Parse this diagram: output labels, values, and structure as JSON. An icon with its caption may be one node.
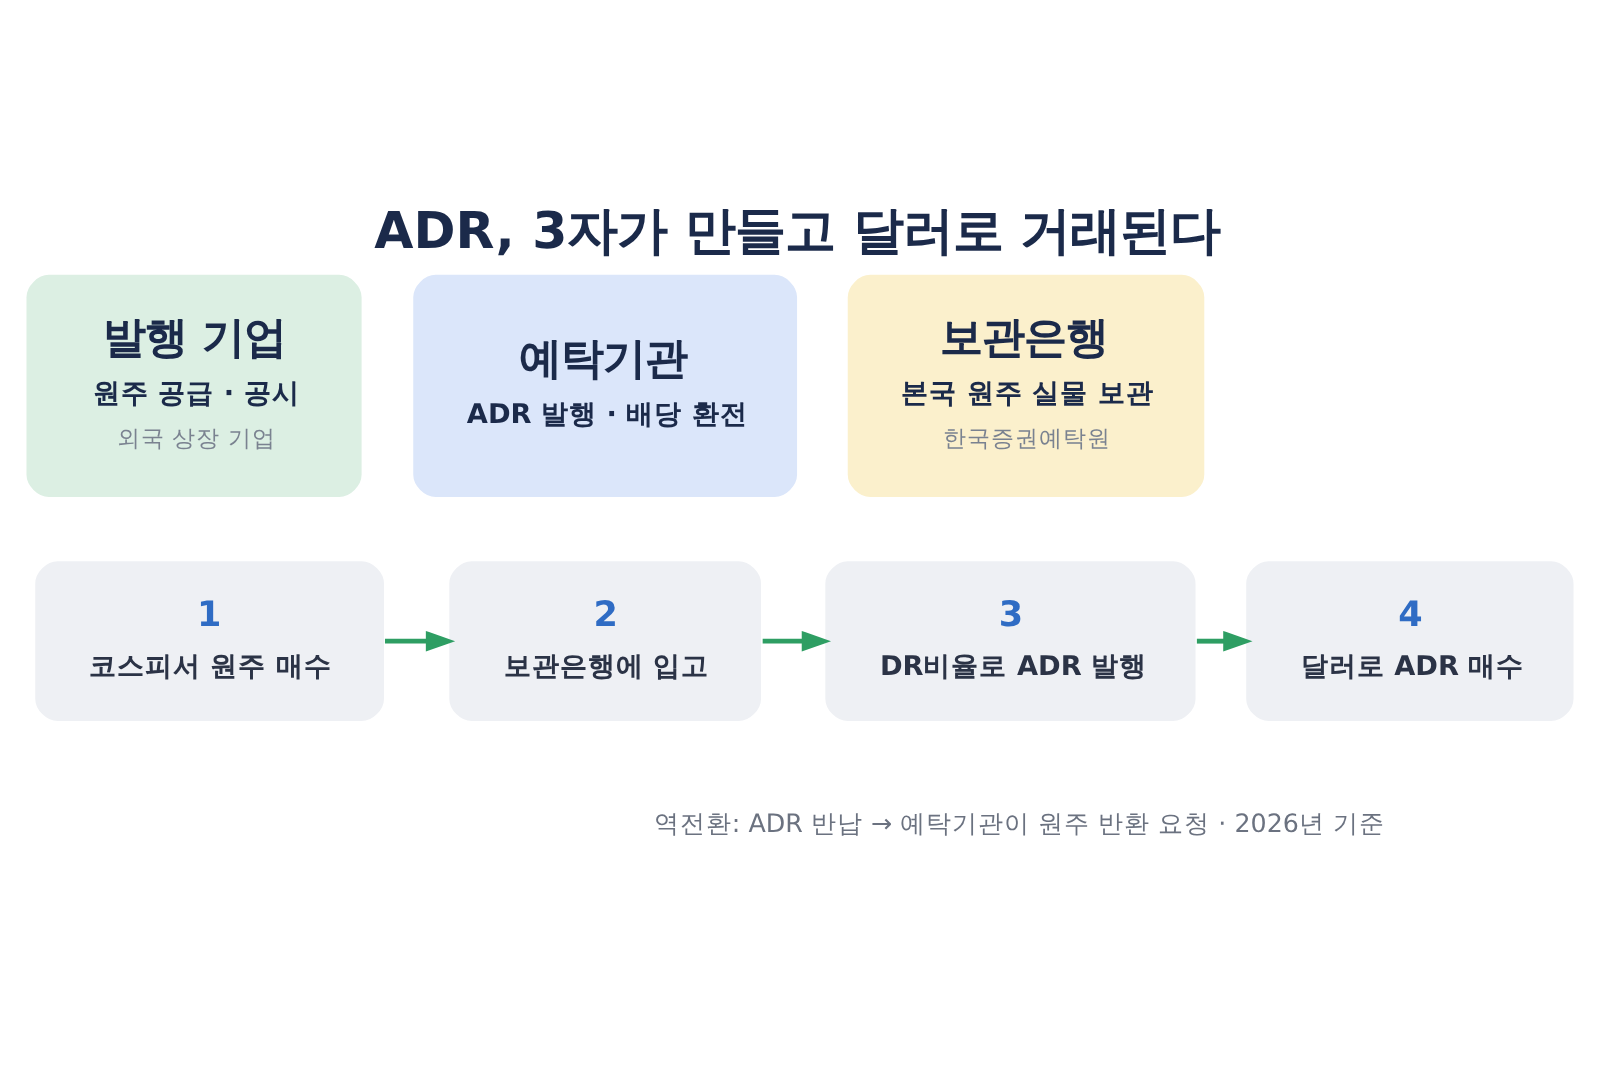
{
  "diagram": {
    "title": "ADR, 3자가 만들고 달러로 거래된다",
    "caption": "역전환: ADR 반납 → 예탁기관이 원주 반환 요청 · 2026년 기준",
    "nodes": [
      {
        "text": [
          "발행 기업",
          "원주 공급 · 공시",
          "외국 상장 기업"
        ]
      },
      {
        "text": [
          "예탁기관",
          "ADR 발행 · 배당 환전"
        ]
      },
      {
        "text": [
          "보관은행",
          "본국 원주 실물 보관",
          "한국증권예탁원"
        ]
      },
      {
        "text": [
          "1",
          "코스피서 원주 매수"
        ]
      },
      {
        "text": [
          "2",
          "보관은행에 입고"
        ]
      },
      {
        "text": [
          "3",
          "DR비율로 ADR 발행"
        ]
      },
      {
        "text": [
          "4",
          "달러로 ADR 매수"
        ]
      }
    ],
    "edges": [
      {
        "from": 3,
        "to": 4,
        "arrow": "to"
      },
      {
        "from": 4,
        "to": 5,
        "arrow": "to"
      },
      {
        "from": 5,
        "to": 6,
        "arrow": "to"
      }
    ]
  }
}
